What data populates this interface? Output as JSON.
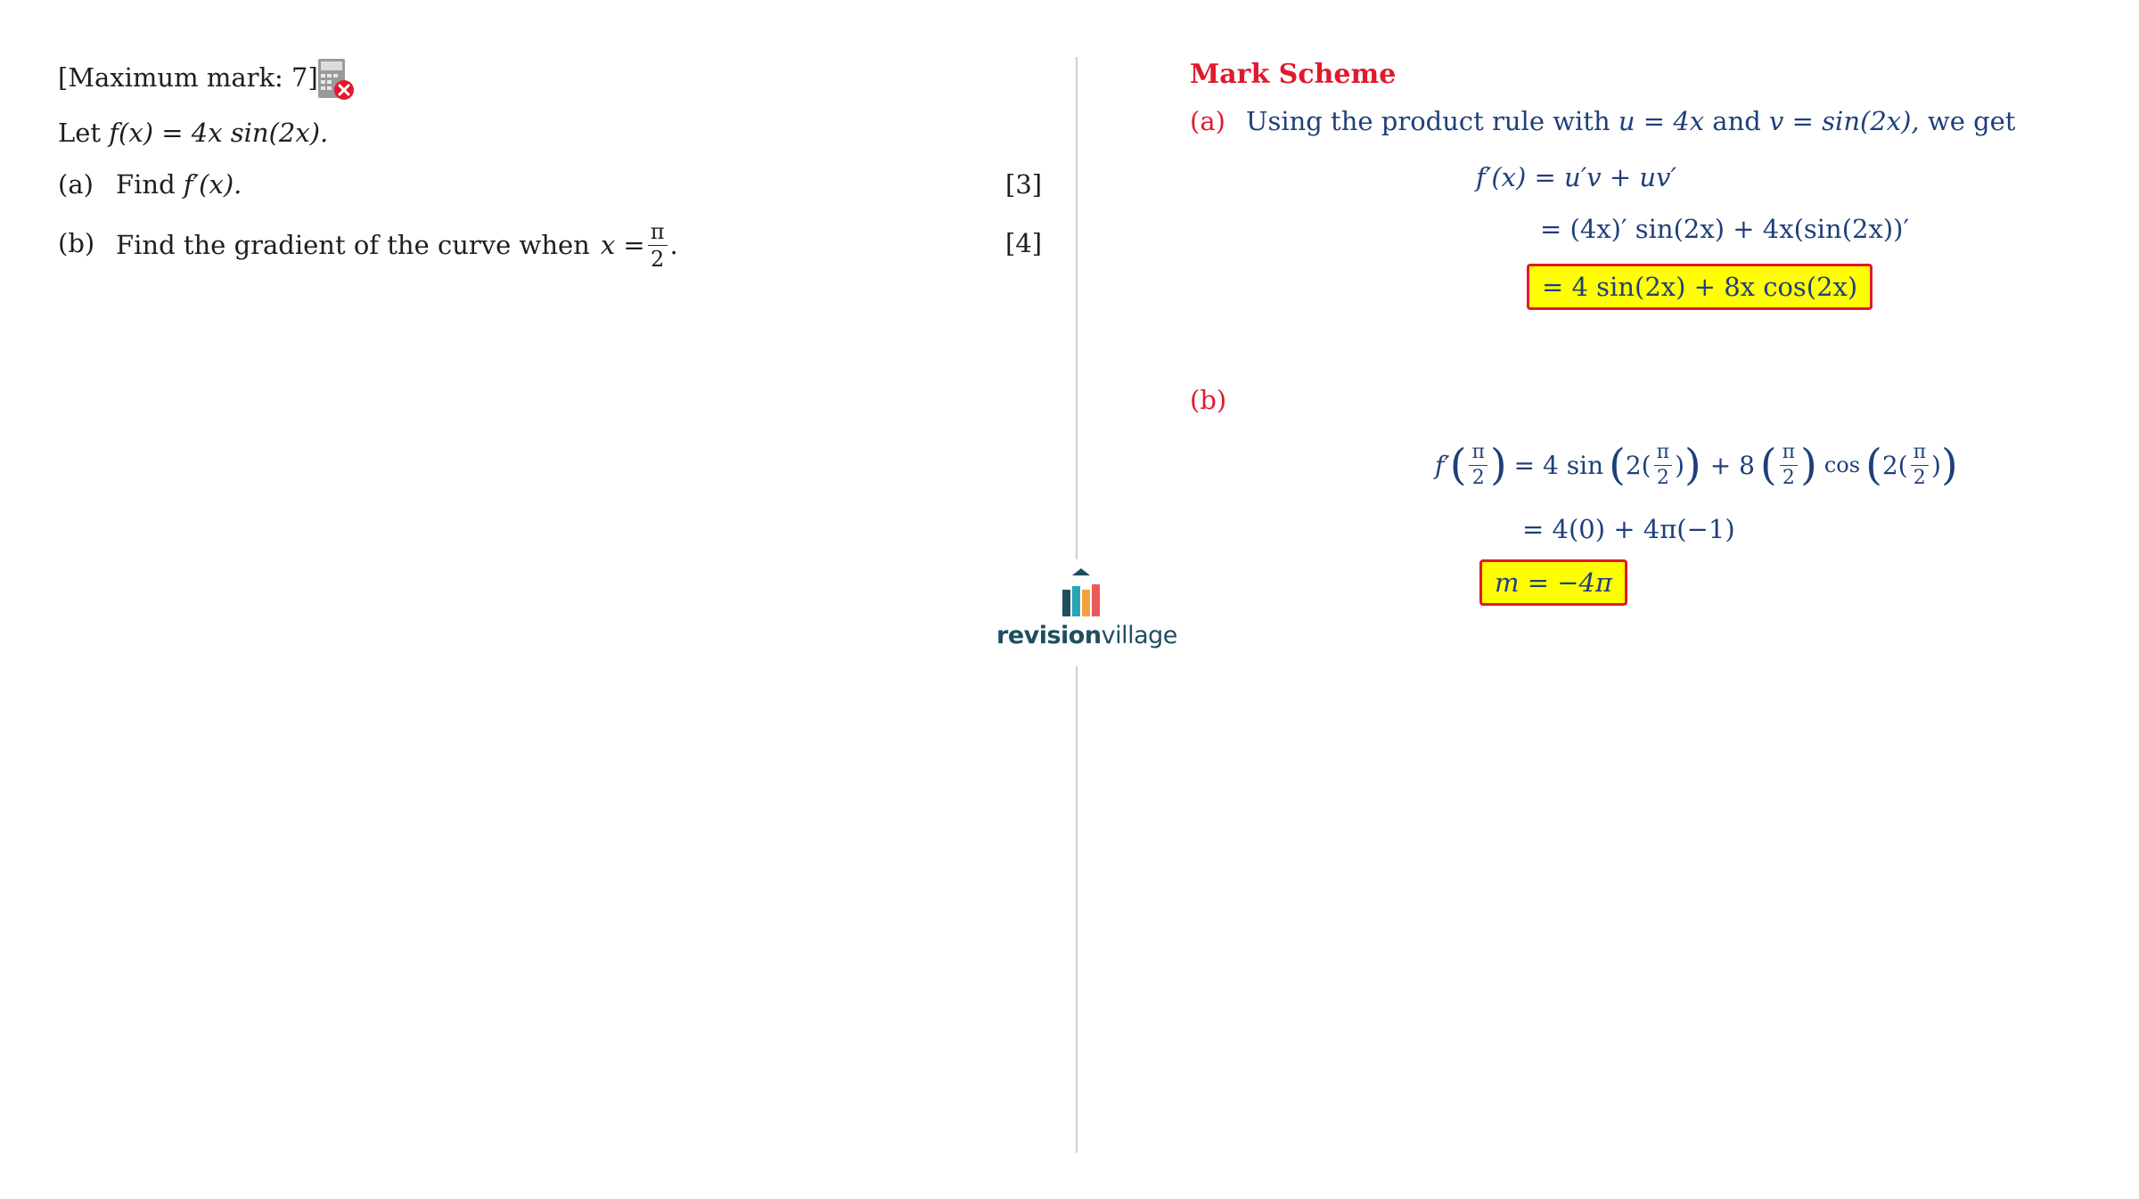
{
  "question": {
    "max_mark": "[Maximum mark: 7]",
    "calculator_icon": "calculator-not-allowed-icon",
    "let_prefix": "Let",
    "let_expr": "f(x) = 4x sin(2x).",
    "part_a": {
      "label": "(a)",
      "text": "Find",
      "expr": "f′(x).",
      "marks": "[3]"
    },
    "part_b": {
      "label": "(b)",
      "text": "Find the gradient of the curve when",
      "expr_lhs": "x =",
      "frac_num": "π",
      "frac_den": "2",
      "end": ".",
      "marks": "[4]"
    }
  },
  "mark_scheme": {
    "title": "Mark Scheme",
    "part_a": {
      "label": "(a)",
      "intro_1": "Using the product rule with",
      "intro_u": "u = 4x",
      "intro_and": "and",
      "intro_v": "v = sin(2x),",
      "intro_2": "we get",
      "line1": "f′(x) = u′v + uv′",
      "line2": "= (4x)′ sin(2x) + 4x(sin(2x))′",
      "answer": "= 4 sin(2x) + 8x cos(2x)"
    },
    "part_b": {
      "label": "(b)",
      "line1": {
        "f_prime": "f′",
        "frac_num": "π",
        "frac_den": "2",
        "eq_4sin": "= 4 sin",
        "two": "2(",
        "close": ")",
        "plus8": "+ 8",
        "cos": "cos"
      },
      "line2": "= 4(0) + 4π(−1)",
      "answer": "m = −4π"
    }
  },
  "logo": {
    "bold": "revision",
    "light": "village"
  },
  "colors": {
    "accent_red": "#e0192d",
    "scheme_blue": "#1f3f7a",
    "highlight": "#ffff00",
    "logo_dark": "#1f4e5f",
    "logo_teal": "#2aa3b8"
  }
}
